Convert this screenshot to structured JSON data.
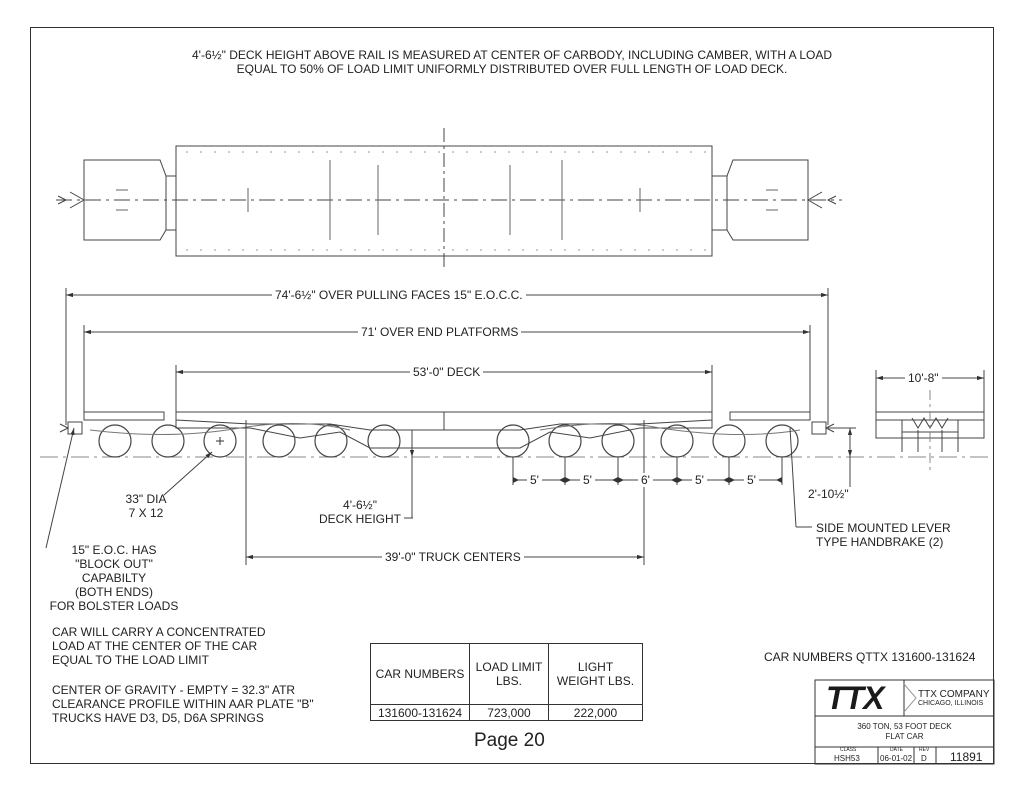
{
  "top_note": {
    "line1": "4'-6½\" DECK HEIGHT ABOVE RAIL IS MEASURED AT CENTER OF CARBODY, INCLUDING CAMBER, WITH A LOAD",
    "line2": "EQUAL TO 50% OF LOAD LIMIT UNIFORMLY DISTRIBUTED OVER FULL LENGTH OF LOAD DECK."
  },
  "dimensions": {
    "pulling_faces": "74'-6½\" OVER PULLING FACES 15\" E.O.C.C.",
    "end_platforms": "71' OVER END PLATFORMS",
    "deck": "53'-0\" DECK",
    "width": "10'-8\"",
    "truck_centers": "39'-0\" TRUCK CENTERS",
    "axle_spacings": [
      "5'",
      "5'",
      "6'",
      "5'",
      "5'"
    ],
    "end_height": "2'-10½\""
  },
  "callouts": {
    "wheel_dia_1": "33\" DIA",
    "wheel_dia_2": "7 X 12",
    "deck_height_1": "4'-6½\"",
    "deck_height_2": "DECK HEIGHT",
    "eoc_1": "15\" E.O.C. HAS",
    "eoc_2": "\"BLOCK OUT\"",
    "eoc_3": "CAPABILTY",
    "eoc_4": "(BOTH ENDS)",
    "eoc_5": "FOR BOLSTER LOADS",
    "handbrake_1": "SIDE MOUNTED LEVER",
    "handbrake_2": "TYPE HANDBRAKE (2)"
  },
  "notes": {
    "load_1": "CAR WILL CARRY A CONCENTRATED",
    "load_2": "LOAD AT THE CENTER OF THE CAR",
    "load_3": "EQUAL TO THE LOAD LIMIT",
    "cg_1": "CENTER OF GRAVITY - EMPTY = 32.3\" ATR",
    "cg_2": "CLEARANCE PROFILE WITHIN AAR PLATE \"B\"",
    "cg_3": "TRUCKS HAVE D3, D5, D6A SPRINGS",
    "car_numbers": "CAR NUMBERS QTTX 131600-131624"
  },
  "table": {
    "headers": [
      "CAR NUMBERS",
      "LOAD LIMIT LBS.",
      "LIGHT WEIGHT LBS."
    ],
    "row": [
      "131600-131624",
      "723,000",
      "222,000"
    ]
  },
  "page_label": "Page 20",
  "title_block": {
    "logo": "TTX",
    "company": "TTX COMPANY",
    "city": "CHICAGO, ILLINOIS",
    "desc_1": "360 TON, 53 FOOT DECK",
    "desc_2": "FLAT CAR",
    "class_label": "CLASS",
    "class_value": "HSH53",
    "date_label": "DATE",
    "date_value": "06-01-02",
    "rev_label": "REV",
    "rev_value": "D",
    "drawing_no": "11891"
  }
}
